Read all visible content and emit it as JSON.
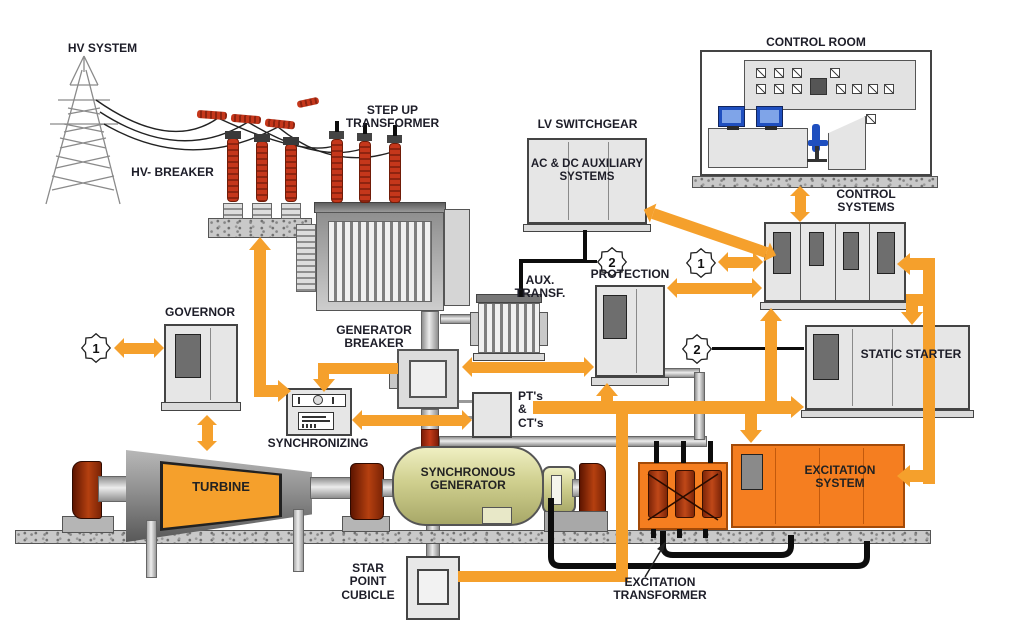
{
  "colors": {
    "arrow_orange": "#F5A02C",
    "excitation_orange": "#F57E20",
    "insulator_red": "#C5371B",
    "cabinet_grey": "#E6E6E6",
    "generator_yellow": "#D9D98E",
    "monitor_blue": "#1F4FBF"
  },
  "components": {
    "hv_system": {
      "label": "HV SYSTEM"
    },
    "hv_breaker": {
      "label": "HV- BREAKER"
    },
    "step_up_transformer": {
      "label": "STEP UP TRANSFORMER"
    },
    "lv_switchgear": {
      "label": "LV SWITCHGEAR",
      "box_label": "AC & DC AUXILIARY SYSTEMS"
    },
    "aux_transformer": {
      "label": "AUX. TRANSF."
    },
    "control_room": {
      "label": "CONTROL ROOM"
    },
    "control_systems": {
      "label": "CONTROL SYSTEMS"
    },
    "protection": {
      "label": "PROTECTION"
    },
    "governor": {
      "label": "GOVERNOR"
    },
    "generator_breaker": {
      "label": "GENERATOR BREAKER"
    },
    "synchronizing": {
      "label": "SYNCHRONIZING"
    },
    "pt_ct": {
      "label": "PT's & CT's"
    },
    "static_starter": {
      "label": "STATIC STARTER"
    },
    "excitation_system": {
      "label": "EXCITATION SYSTEM"
    },
    "excitation_transformer": {
      "label": "EXCITATION TRANSFORMER"
    },
    "turbine": {
      "label": "TURBINE"
    },
    "synchronous_generator": {
      "label": "SYNCHRONOUS GENERATOR"
    },
    "star_point_cubicle": {
      "label": "STAR POINT CUBICLE"
    }
  },
  "badges": [
    {
      "name": "governor-interface",
      "value": "1"
    },
    {
      "name": "control-systems-interface",
      "value": "1"
    },
    {
      "name": "lv-switchgear-interface",
      "value": "2"
    },
    {
      "name": "static-starter-interface",
      "value": "2"
    }
  ]
}
